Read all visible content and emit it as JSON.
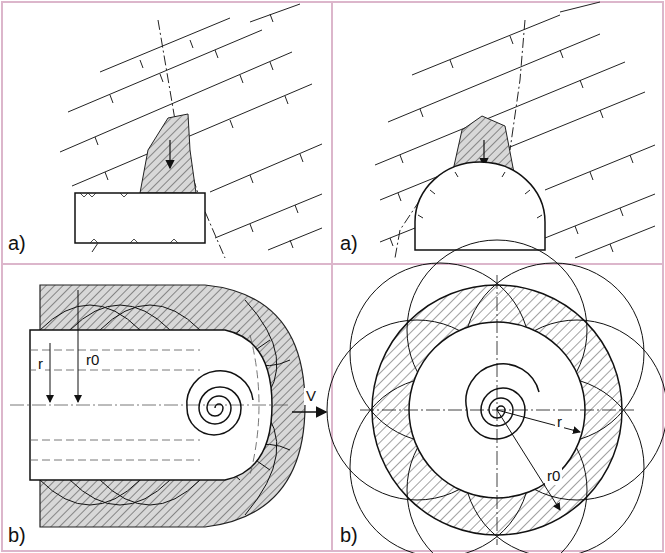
{
  "diagram": {
    "labels": [
      "a)",
      "a)",
      "b)",
      "b)",
      "r",
      "r0",
      "V",
      "r",
      "r0"
    ]
  }
}
